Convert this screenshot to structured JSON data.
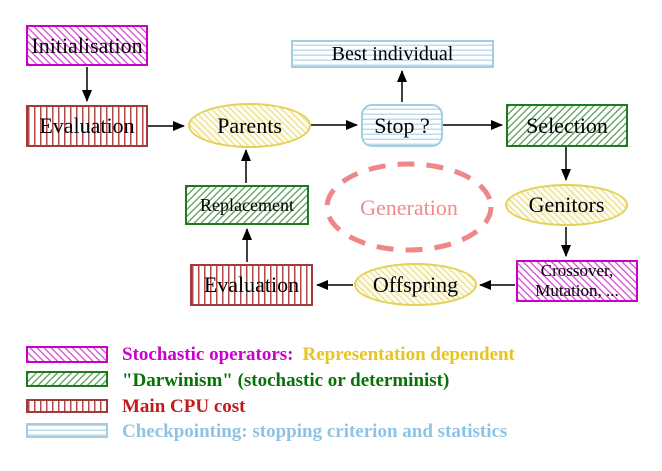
{
  "diagram": {
    "nodes": {
      "initialisation": {
        "label": "Initialisation"
      },
      "evaluation_top": {
        "label": "Evaluation"
      },
      "parents": {
        "label": "Parents"
      },
      "best_individual": {
        "label": "Best individual"
      },
      "stop": {
        "label": "Stop ?"
      },
      "selection": {
        "label": "Selection"
      },
      "genitors": {
        "label": "Genitors"
      },
      "crossover_mutation": {
        "line1": "Crossover,",
        "line2": "Mutation, ..."
      },
      "offspring": {
        "label": "Offspring"
      },
      "evaluation_bottom": {
        "label": "Evaluation"
      },
      "replacement": {
        "label": "Replacement"
      },
      "generation": {
        "label": "Generation"
      }
    }
  },
  "legend": {
    "items": [
      {
        "swatch": "magenta-hatch",
        "label": "Stochastic operators:",
        "label2": "Representation dependent",
        "text_color": "#cc00cc",
        "text2_color": "#eac41e"
      },
      {
        "swatch": "green-hatch",
        "label": "\"Darwinism\" (stochastic or determinist)",
        "text_color": "#067306"
      },
      {
        "swatch": "red-stripes",
        "label": "Main CPU cost",
        "text_color": "#c41a1a"
      },
      {
        "swatch": "cyan-stripes",
        "label": "Checkpointing: stopping criterion and statistics",
        "text_color": "#8fc3e4"
      }
    ]
  },
  "colors": {
    "background": "#ffffff",
    "arrow": "#000000",
    "magenta_border": "#c800c8",
    "magenta_hatch": "#da5eda",
    "green_border": "#1d7a1d",
    "green_hatch": "#69a869",
    "red_border": "#a33a3a",
    "red_stripe": "#b34a4a",
    "cyan_border": "#a5cde2",
    "cyan_stripe": "#bedced",
    "yellow_border": "#e5d158",
    "yellow_hatch": "#efe5a4",
    "salmon_dashed": "#ee8787"
  }
}
